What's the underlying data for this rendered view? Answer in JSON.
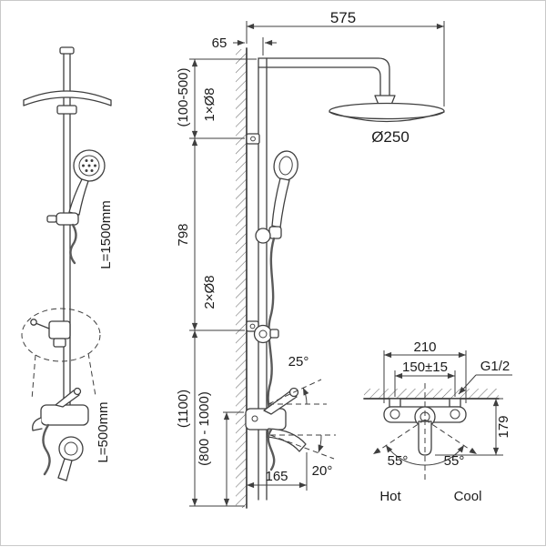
{
  "side_view": {
    "hose_long_label": "L=1500mm",
    "hose_short_label": "L=500mm"
  },
  "front_view": {
    "top_width": "575",
    "wall_offset": "65",
    "upper_range": "(100-500)",
    "upper_anchor": "1×Ø8",
    "head_diameter": "Ø250",
    "pipe_length": "798",
    "lower_anchor": "2×Ø8",
    "lever_angle": "25°",
    "overall_height": "(1100)",
    "mixer_height_range": "(800 - 1000)",
    "spout_reach": "165",
    "spout_angle": "20°"
  },
  "mixer_detail": {
    "body_width": "210",
    "inlet_spacing": "150±15",
    "thread_size": "G1/2",
    "depth": "179",
    "swivel_left": "55°",
    "swivel_right": "55°",
    "hot_label": "Hot",
    "cool_label": "Cool"
  },
  "colors": {
    "line": "#3f3f3f",
    "text": "#1b1b1b",
    "background": "#ffffff"
  }
}
